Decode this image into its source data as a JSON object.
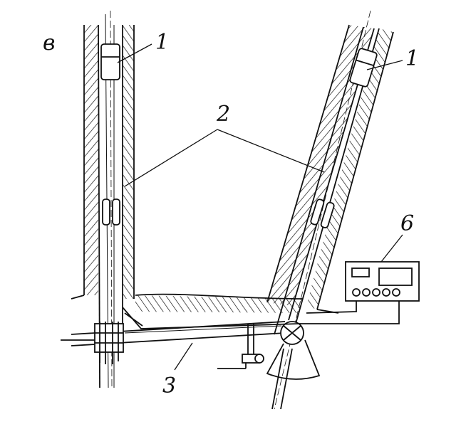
{
  "labels": {
    "figure_letter": "в",
    "inclinometer_top_left": "1",
    "inclinometer_top_right": "1",
    "sensors": "2",
    "connecting_rod": "3",
    "readout_unit": "6"
  },
  "colors": {
    "ink": "#111111",
    "background": "#ffffff"
  }
}
